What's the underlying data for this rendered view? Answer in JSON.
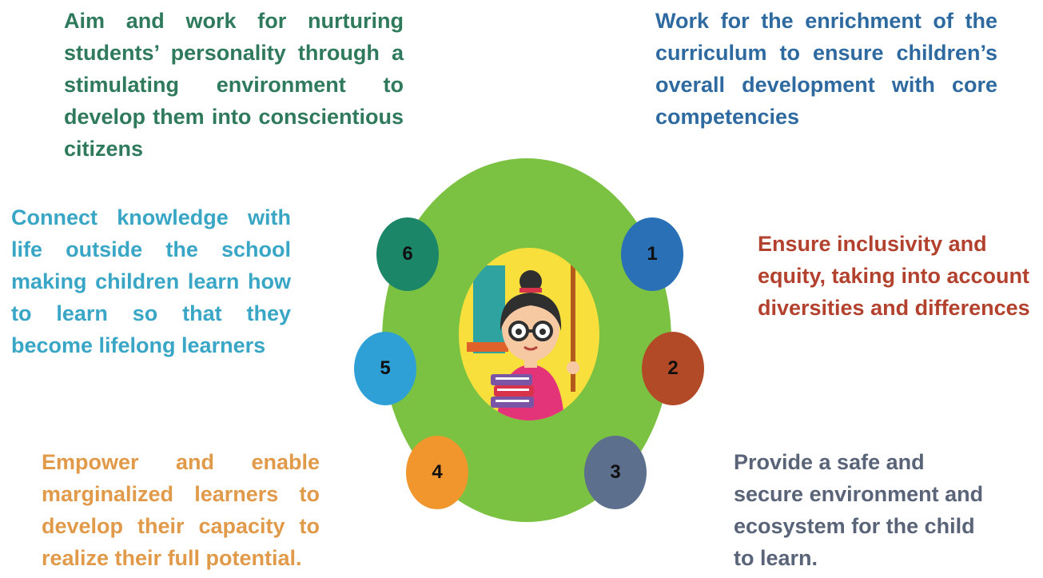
{
  "statements": {
    "green": "Aim and work for nurturing students’ personality through a stimulating environment to develop them into conscientious citizens",
    "blue": "Work for the enrichment of the curriculum to ensure children’s overall development with core competencies",
    "cyan": "Connect knowledge with life outside the school making children learn how to learn so that they become lifelong learners",
    "red": "Ensure inclusivity and equity, taking into account diversities and differences",
    "orange": "Empower and enable marginalized learners to develop their capacity to realize their full potential.",
    "slate": "Provide a safe and secure environment and ecosystem for the child to learn."
  },
  "bubbles": [
    "1",
    "2",
    "3",
    "4",
    "5",
    "6"
  ],
  "colors": {
    "ring": "#7cc242",
    "inner": "#f8df3c",
    "bubble_1": "#2a70b6",
    "bubble_2": "#b24a28",
    "bubble_3": "#5c6f8d",
    "bubble_4": "#f0962c",
    "bubble_5": "#2ea0d5",
    "bubble_6": "#1c8669"
  },
  "illustration": "teacher-with-books-and-pointer-icon"
}
